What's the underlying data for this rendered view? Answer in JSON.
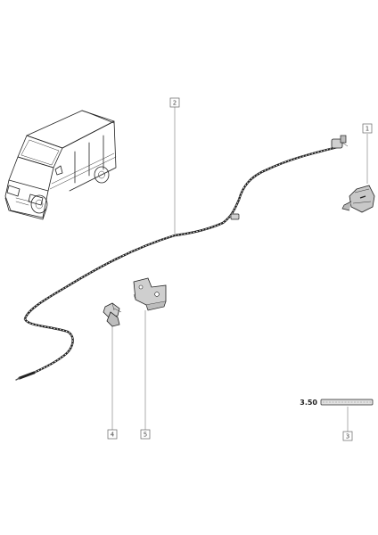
{
  "callouts": [
    {
      "id": "c1",
      "label": "1"
    },
    {
      "id": "c2",
      "label": "2"
    },
    {
      "id": "c3",
      "label": "3"
    },
    {
      "id": "c4",
      "label": "4"
    },
    {
      "id": "c5",
      "label": "5"
    }
  ],
  "length_label": "3.50",
  "colors": {
    "line": "#222222",
    "leader": "#777777",
    "part_fill": "#cfcfcf"
  }
}
